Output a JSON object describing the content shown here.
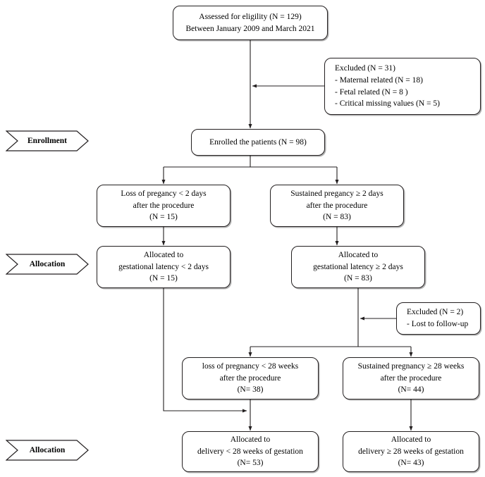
{
  "chart_data": {
    "type": "diagram",
    "title": "CONSORT-style participant flow diagram",
    "stage_labels": [
      "Enrollment",
      "Allocation",
      "Allocation"
    ],
    "nodes": [
      {
        "id": "assessed",
        "lines": [
          "Assessed for eligility (N = 129)",
          "Between January 2009 and March 2021"
        ],
        "n": 129
      },
      {
        "id": "excluded1",
        "lines": [
          "Excluded (N = 31)",
          "- Maternal related (N = 18)",
          "- Fetal related (N = 8 )",
          "- Critical missing values (N = 5)"
        ],
        "n": 31
      },
      {
        "id": "enrolled",
        "lines": [
          "Enrolled the patients (N = 98)"
        ],
        "n": 98
      },
      {
        "id": "loss2days",
        "lines": [
          "Loss of pregancy < 2 days",
          "after the procedure",
          "(N = 15)"
        ],
        "n": 15
      },
      {
        "id": "sustained2days",
        "lines": [
          "Sustained pregancy ≥ 2 days",
          "after the procedure",
          "(N = 83)"
        ],
        "n": 83
      },
      {
        "id": "alloc_lt2",
        "lines": [
          "Allocated to",
          "gestational latency < 2 days",
          "(N = 15)"
        ],
        "n": 15
      },
      {
        "id": "alloc_ge2",
        "lines": [
          "Allocated to",
          "gestational latency ≥ 2 days",
          "(N = 83)"
        ],
        "n": 83
      },
      {
        "id": "excluded2",
        "lines": [
          "Excluded (N = 2)",
          "- Lost to follow-up"
        ],
        "n": 2
      },
      {
        "id": "loss28w",
        "lines": [
          "loss of pregnancy < 28 weeks",
          "after the procedure",
          "(N= 38)"
        ],
        "n": 38
      },
      {
        "id": "sustained28w",
        "lines": [
          "Sustained pregnancy ≥ 28 weeks",
          "after the procedure",
          "(N= 44)"
        ],
        "n": 44
      },
      {
        "id": "delivery_lt28",
        "lines": [
          "Allocated to",
          "delivery < 28 weeks of gestation",
          "(N= 53)"
        ],
        "n": 53
      },
      {
        "id": "delivery_ge28",
        "lines": [
          "Allocated to",
          "delivery ≥ 28 weeks of gestation",
          "(N= 43)"
        ],
        "n": 43
      }
    ],
    "colors": {
      "stroke": "#231f20",
      "text": "#000000",
      "background": "#ffffff"
    }
  },
  "stages": {
    "enrollment": {
      "label": "Enrollment"
    },
    "allocation_1": {
      "label": "Allocation"
    },
    "allocation_2": {
      "label": "Allocation"
    }
  },
  "boxes": {
    "assessed": {
      "line1": "Assessed for eligility (N = 129)",
      "line2": "Between January 2009 and March 2021"
    },
    "excluded1": {
      "line1": "Excluded (N = 31)",
      "line2": "- Maternal related (N = 18)",
      "line3": "- Fetal related (N = 8 )",
      "line4": "- Critical missing values (N = 5)"
    },
    "enrolled": {
      "line1": "Enrolled the patients (N = 98)"
    },
    "loss2days": {
      "line1": "Loss of pregancy < 2 days",
      "line2": "after the procedure",
      "line3": "(N = 15)"
    },
    "sustained2days": {
      "line1": "Sustained pregancy ≥ 2 days",
      "line2": "after the procedure",
      "line3": "(N = 83)"
    },
    "alloc_lt2": {
      "line1": "Allocated to",
      "line2": "gestational latency < 2 days",
      "line3": "(N = 15)"
    },
    "alloc_ge2": {
      "line1": "Allocated to",
      "line2": "gestational latency ≥ 2 days",
      "line3": "(N = 83)"
    },
    "excluded2": {
      "line1": "Excluded (N = 2)",
      "line2": "- Lost to follow-up"
    },
    "loss28w": {
      "line1": "loss of pregnancy < 28 weeks",
      "line2": "after the procedure",
      "line3": "(N= 38)"
    },
    "sustained28w": {
      "line1": "Sustained pregnancy ≥ 28 weeks",
      "line2": "after the procedure",
      "line3": "(N= 44)"
    },
    "delivery_lt28": {
      "line1": "Allocated to",
      "line2": "delivery < 28 weeks of gestation",
      "line3": "(N= 53)"
    },
    "delivery_ge28": {
      "line1": "Allocated to",
      "line2": "delivery ≥ 28 weeks of gestation",
      "line3": "(N= 43)"
    }
  }
}
